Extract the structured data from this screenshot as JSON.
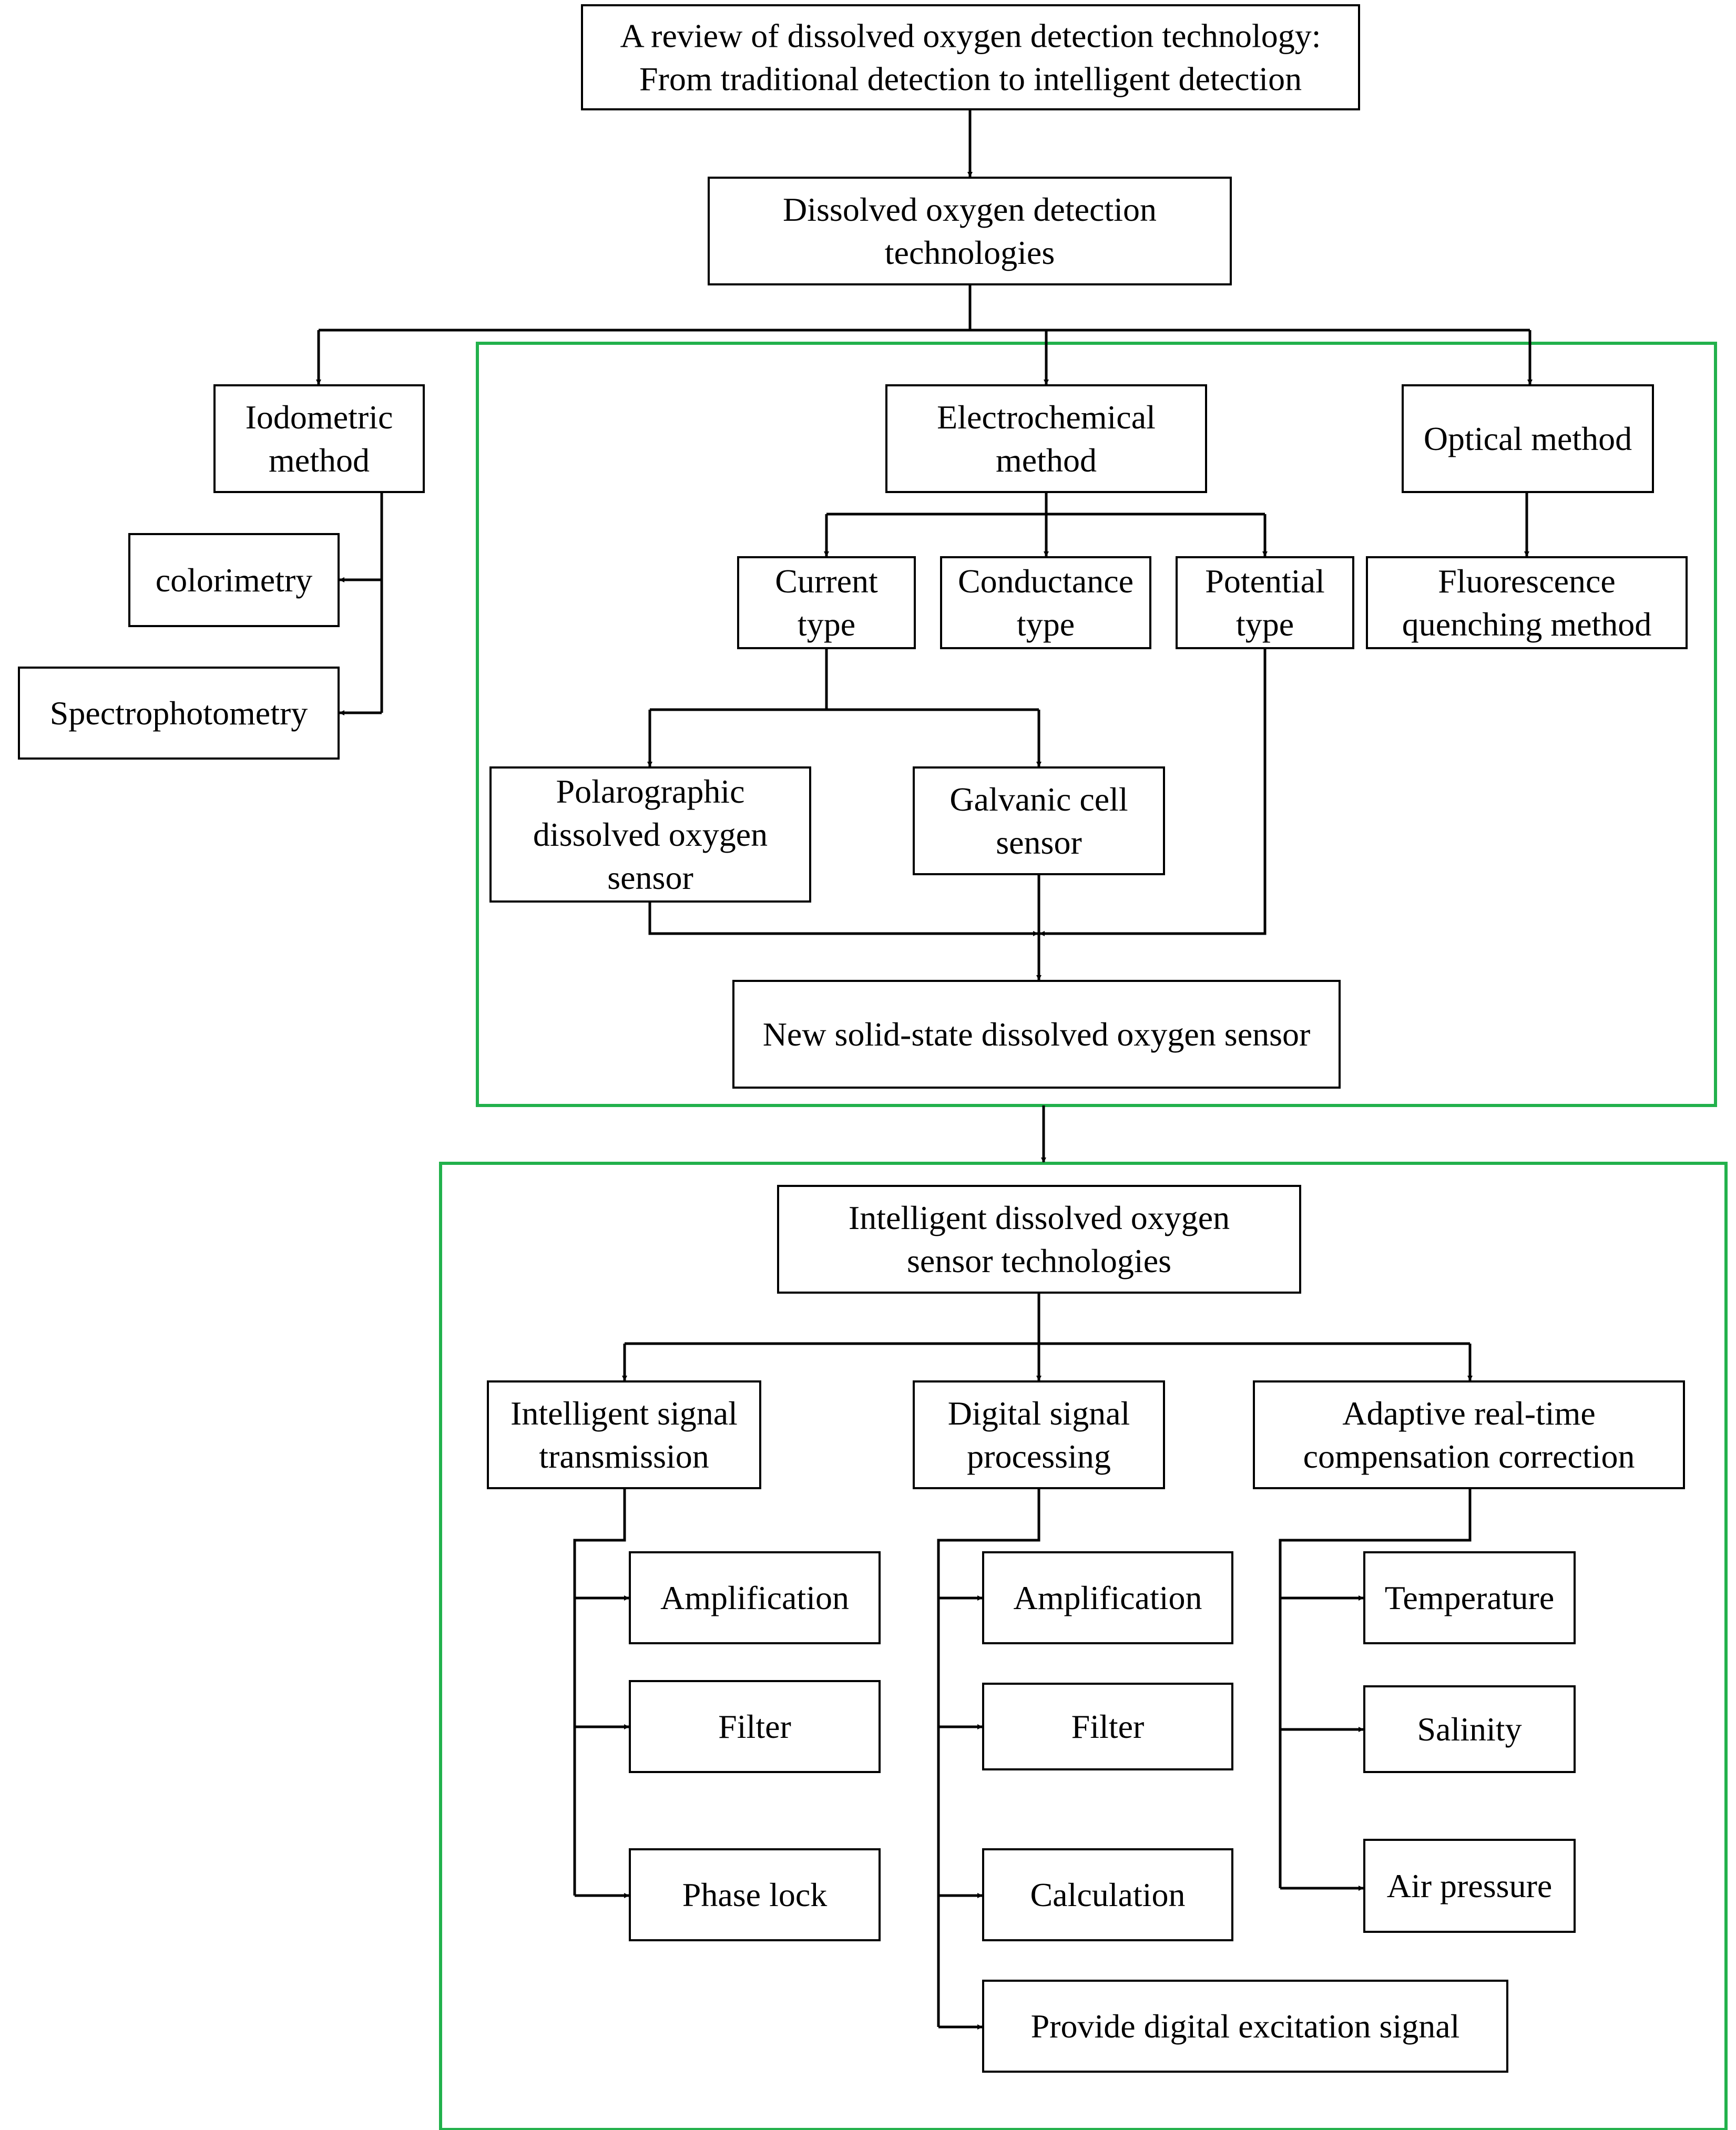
{
  "colors": {
    "group_border": "#22b14c",
    "box_border": "#000000",
    "background": "#ffffff"
  },
  "nodes": {
    "root": [
      "A review of dissolved oxygen detection technology:",
      "From traditional detection to intelligent detection"
    ],
    "dodt": [
      "Dissolved oxygen detection",
      "technologies"
    ],
    "iodometric": [
      "Iodometric",
      "method"
    ],
    "colorimetry": [
      "colorimetry"
    ],
    "spectro": [
      "Spectrophotometry"
    ],
    "electro": [
      "Electrochemical",
      "method"
    ],
    "optical": [
      "Optical method"
    ],
    "current": [
      "Current",
      "type"
    ],
    "conductance": [
      "Conductance",
      "type"
    ],
    "potential": [
      "Potential",
      "type"
    ],
    "fluorescence": [
      "Fluorescence",
      "quenching method"
    ],
    "polarographic": [
      "Polarographic",
      "dissolved oxygen",
      "sensor"
    ],
    "galvanic": [
      "Galvanic cell",
      "sensor"
    ],
    "solid": [
      "New solid-state dissolved oxygen sensor"
    ],
    "intelligent": [
      "Intelligent dissolved oxygen",
      "sensor technologies"
    ],
    "ist": [
      "Intelligent signal",
      "transmission"
    ],
    "dsp": [
      "Digital signal",
      "processing"
    ],
    "arc": [
      "Adaptive real-time",
      "compensation correction"
    ],
    "ist_amp": [
      "Amplification"
    ],
    "ist_filter": [
      "Filter"
    ],
    "ist_phase": [
      "Phase lock"
    ],
    "dsp_amp": [
      "Amplification"
    ],
    "dsp_filter": [
      "Filter"
    ],
    "dsp_calc": [
      "Calculation"
    ],
    "dsp_excite": [
      "Provide digital excitation signal"
    ],
    "arc_temp": [
      "Temperature"
    ],
    "arc_sal": [
      "Salinity"
    ],
    "arc_air": [
      "Air pressure"
    ]
  }
}
